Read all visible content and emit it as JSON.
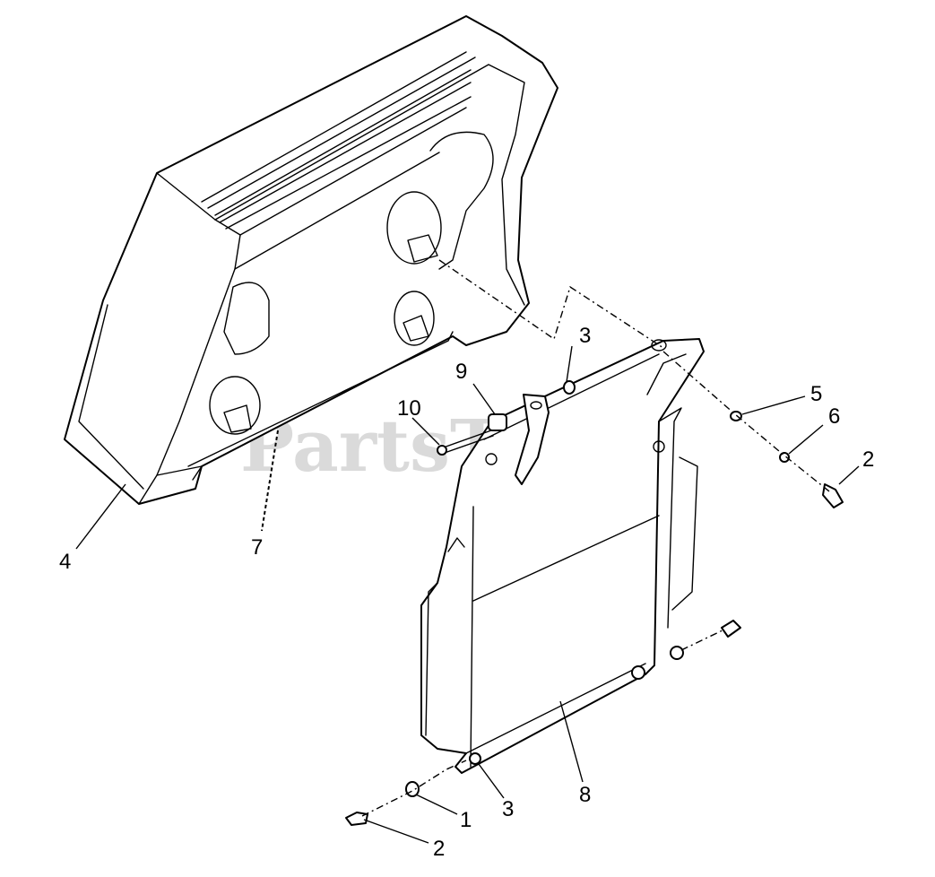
{
  "watermark": {
    "text": "PartsTree",
    "color": "#bcbcbc"
  },
  "callouts": {
    "c1": "1",
    "c2a": "2",
    "c2b": "2",
    "c3a": "3",
    "c3b": "3",
    "c4": "4",
    "c5": "5",
    "c6": "6",
    "c7": "7",
    "c8": "8",
    "c9": "9",
    "c10": "10"
  },
  "colors": {
    "line": "#000000",
    "background": "#ffffff"
  }
}
